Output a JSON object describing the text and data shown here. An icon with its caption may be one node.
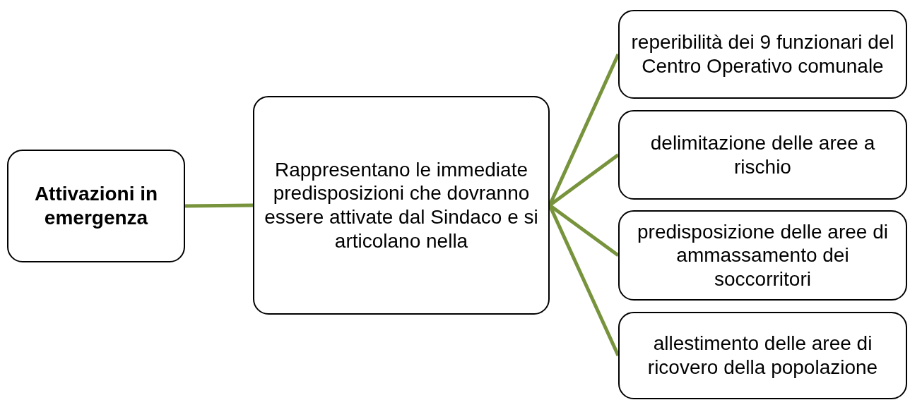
{
  "diagram": {
    "nodes": [
      {
        "text": [
          "Attivazioni in emergenza"
        ]
      },
      {
        "text": [
          "Rappresentano le immediate predisposizioni che dovranno essere attivate dal Sindaco e si articolano nella"
        ]
      },
      {
        "text": [
          "reperibilità dei 9 funzionari del Centro Operativo comunale"
        ]
      },
      {
        "text": [
          "delimitazione delle aree a rischio"
        ]
      },
      {
        "text": [
          "predisposizione delle aree di ammassamento dei soccorritori"
        ]
      },
      {
        "text": [
          "allestimento delle aree di ricovero della popolazione"
        ]
      }
    ],
    "edges": [
      {
        "from": 0,
        "to": 1,
        "arrow": "none"
      },
      {
        "from": 1,
        "to": 2,
        "arrow": "none"
      },
      {
        "from": 1,
        "to": 3,
        "arrow": "none"
      },
      {
        "from": 1,
        "to": 4,
        "arrow": "none"
      },
      {
        "from": 1,
        "to": 5,
        "arrow": "none"
      }
    ]
  }
}
